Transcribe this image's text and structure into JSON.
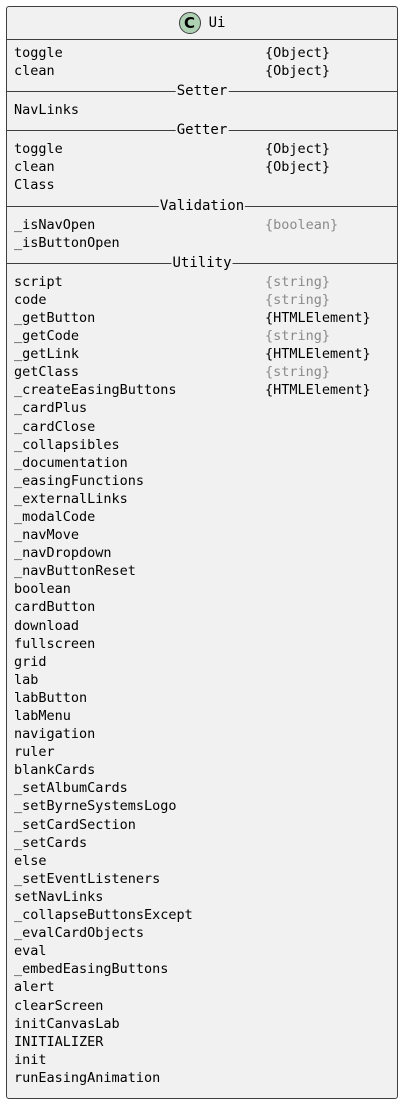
{
  "class_name": "Ui",
  "class_icon": "C",
  "sections": [
    {
      "title": "",
      "rows": [
        {
          "name": "toggle",
          "type": "{Object}",
          "muted": false
        },
        {
          "name": "clean",
          "type": "{Object}",
          "muted": false
        }
      ]
    },
    {
      "title": "Setter",
      "rows": [
        {
          "name": "NavLinks",
          "type": "",
          "muted": false
        }
      ]
    },
    {
      "title": "Getter",
      "rows": [
        {
          "name": "toggle",
          "type": "{Object}",
          "muted": false
        },
        {
          "name": "clean",
          "type": "{Object}",
          "muted": false
        },
        {
          "name": "Class",
          "type": "",
          "muted": false
        }
      ]
    },
    {
      "title": "Validation",
      "rows": [
        {
          "name": "_isNavOpen",
          "type": "{boolean}",
          "muted": true
        },
        {
          "name": "_isButtonOpen",
          "type": "",
          "muted": false
        }
      ]
    },
    {
      "title": "Utility",
      "rows": [
        {
          "name": "script",
          "type": "{string}",
          "muted": true
        },
        {
          "name": "code",
          "type": "{string}",
          "muted": true
        },
        {
          "name": "_getButton",
          "type": "{HTMLElement}",
          "muted": false
        },
        {
          "name": "_getCode",
          "type": "{string}",
          "muted": true
        },
        {
          "name": "_getLink",
          "type": "{HTMLElement}",
          "muted": false
        },
        {
          "name": "getClass",
          "type": "{string}",
          "muted": true
        },
        {
          "name": "_createEasingButtons",
          "type": "{HTMLElement}",
          "muted": false
        },
        {
          "name": "_cardPlus",
          "type": "",
          "muted": false
        },
        {
          "name": "_cardClose",
          "type": "",
          "muted": false
        },
        {
          "name": "_collapsibles",
          "type": "",
          "muted": false
        },
        {
          "name": "_documentation",
          "type": "",
          "muted": false
        },
        {
          "name": "_easingFunctions",
          "type": "",
          "muted": false
        },
        {
          "name": "_externalLinks",
          "type": "",
          "muted": false
        },
        {
          "name": "_modalCode",
          "type": "",
          "muted": false
        },
        {
          "name": "_navMove",
          "type": "",
          "muted": false
        },
        {
          "name": "_navDropdown",
          "type": "",
          "muted": false
        },
        {
          "name": "_navButtonReset",
          "type": "",
          "muted": false
        },
        {
          "name": "boolean",
          "type": "",
          "muted": false
        },
        {
          "name": "cardButton",
          "type": "",
          "muted": false
        },
        {
          "name": "download",
          "type": "",
          "muted": false
        },
        {
          "name": "fullscreen",
          "type": "",
          "muted": false
        },
        {
          "name": "grid",
          "type": "",
          "muted": false
        },
        {
          "name": "lab",
          "type": "",
          "muted": false
        },
        {
          "name": "labButton",
          "type": "",
          "muted": false
        },
        {
          "name": "labMenu",
          "type": "",
          "muted": false
        },
        {
          "name": "navigation",
          "type": "",
          "muted": false
        },
        {
          "name": "ruler",
          "type": "",
          "muted": false
        },
        {
          "name": "blankCards",
          "type": "",
          "muted": false
        },
        {
          "name": "_setAlbumCards",
          "type": "",
          "muted": false
        },
        {
          "name": "_setByrneSystemsLogo",
          "type": "",
          "muted": false
        },
        {
          "name": "_setCardSection",
          "type": "",
          "muted": false
        },
        {
          "name": "_setCards",
          "type": "",
          "muted": false
        },
        {
          "name": "else",
          "type": "",
          "muted": false
        },
        {
          "name": "_setEventListeners",
          "type": "",
          "muted": false
        },
        {
          "name": "setNavLinks",
          "type": "",
          "muted": false
        },
        {
          "name": "_collapseButtonsExcept",
          "type": "",
          "muted": false
        },
        {
          "name": "_evalCardObjects",
          "type": "",
          "muted": false
        },
        {
          "name": "eval",
          "type": "",
          "muted": false
        },
        {
          "name": "_embedEasingButtons",
          "type": "",
          "muted": false
        },
        {
          "name": "alert",
          "type": "",
          "muted": false
        },
        {
          "name": "clearScreen",
          "type": "",
          "muted": false
        },
        {
          "name": "initCanvasLab",
          "type": "",
          "muted": false
        },
        {
          "name": "INITIALIZER",
          "type": "",
          "muted": false
        },
        {
          "name": "init",
          "type": "",
          "muted": false
        },
        {
          "name": "runEasingAnimation",
          "type": "",
          "muted": false
        }
      ]
    }
  ],
  "colors": {
    "background": "#f1f1f1",
    "border": "#3f3f3f",
    "badge": "#add1b2",
    "muted_text": "#8a8a8a"
  }
}
